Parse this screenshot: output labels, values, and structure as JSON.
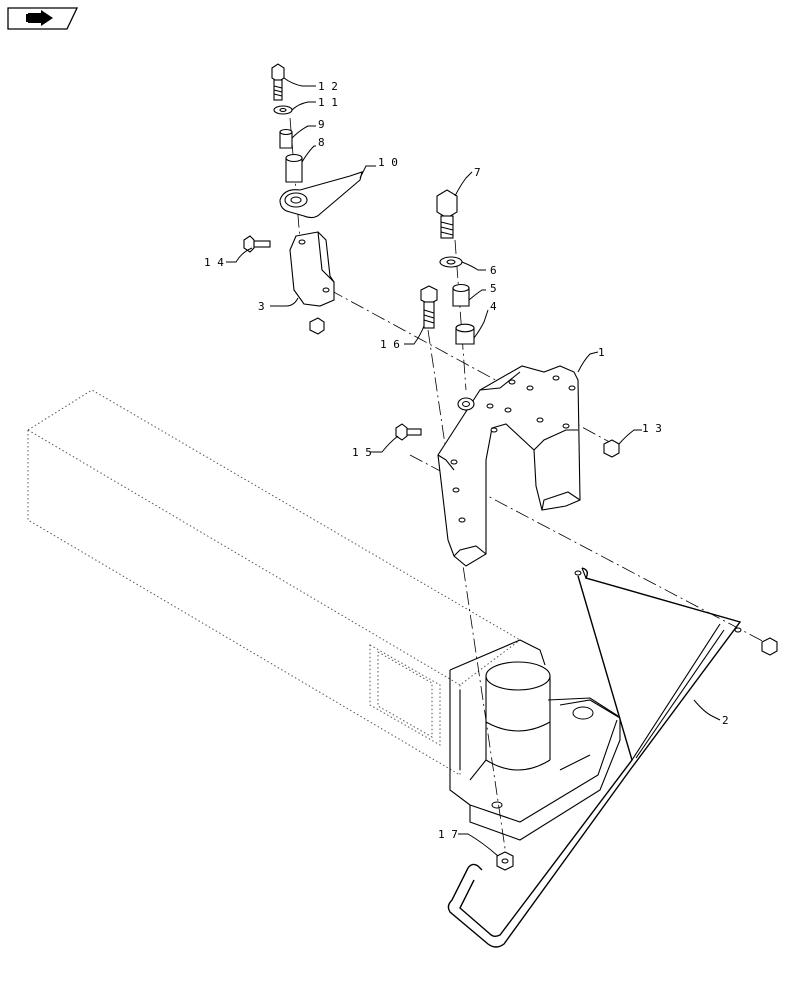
{
  "parts": [
    {
      "id": "p1",
      "label": "1"
    },
    {
      "id": "p2",
      "label": "2"
    },
    {
      "id": "p3",
      "label": "3"
    },
    {
      "id": "p4",
      "label": "4"
    },
    {
      "id": "p5",
      "label": "5"
    },
    {
      "id": "p6",
      "label": "6"
    },
    {
      "id": "p7",
      "label": "7"
    },
    {
      "id": "p8",
      "label": "8"
    },
    {
      "id": "p9",
      "label": "9"
    },
    {
      "id": "p10",
      "label": "10"
    },
    {
      "id": "p11",
      "label": "11"
    },
    {
      "id": "p12",
      "label": "12"
    },
    {
      "id": "p13",
      "label": "13"
    },
    {
      "id": "p14",
      "label": "14"
    },
    {
      "id": "p15",
      "label": "15"
    },
    {
      "id": "p16",
      "label": "16"
    },
    {
      "id": "p17",
      "label": "17"
    }
  ],
  "icons": {
    "nav": "arrow-right-icon"
  }
}
